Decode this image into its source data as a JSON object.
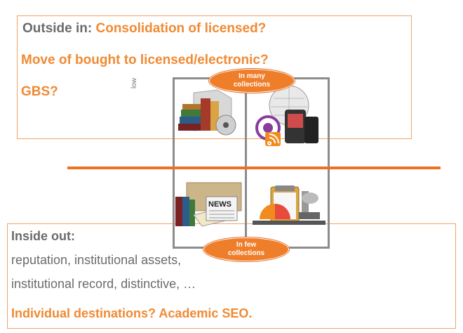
{
  "top_box": {
    "line1_prefix": "Outside in: ",
    "line1_highlight": "Consolidation of licensed?",
    "line2": "Move of bought to licensed/electronic?",
    "line3": "GBS?"
  },
  "bottom_box": {
    "line1": "Inside out:",
    "line2": "reputation, institutional assets,",
    "line3": "institutional record, distinctive, …",
    "line4": "Individual destinations? Academic SEO."
  },
  "axis": {
    "low_label": "low"
  },
  "quadrants": {
    "top_label": "In many collections",
    "bottom_label": "In few collections",
    "news_label": "NEWS",
    "icons": {
      "top_left": "books-cd-icon",
      "top_right": "podcast-wiki-media-icon",
      "bottom_left": "news-books-icon",
      "bottom_right": "lab-clipboard-chart-icon"
    }
  },
  "colors": {
    "accent": "#f08a33",
    "bar": "#f07021",
    "grid": "#8c8c8c",
    "text_gray": "#6b6b6b"
  }
}
